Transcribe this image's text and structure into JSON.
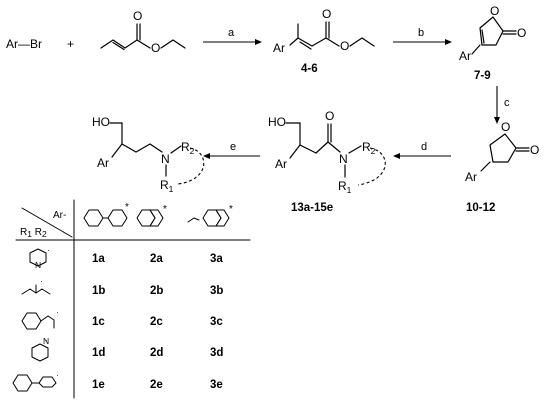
{
  "scheme": {
    "reactant_arbr": "Ar—Br",
    "plus": "+",
    "steps": {
      "a": "a",
      "b": "b",
      "c": "c",
      "d": "d",
      "e": "e"
    },
    "labels": {
      "c4_6": "4-6",
      "c7_9": "7-9",
      "c10_12": "10-12",
      "c13_15": "13a-15e"
    },
    "atoms": {
      "ar": "Ar",
      "o": "O",
      "ho": "HO",
      "n": "N",
      "r": "R",
      "r1_sub": "1",
      "r2_sub": "2"
    }
  },
  "table": {
    "ar_header": "Ar-",
    "amine_header": "R",
    "amine_header_sub1": "1",
    "amine_header_sep": " R",
    "amine_header_sub2": "2",
    "star": "*",
    "dot": "·",
    "rows": [
      [
        "1a",
        "2a",
        "3a"
      ],
      [
        "1b",
        "2b",
        "3b"
      ],
      [
        "1c",
        "2c",
        "3c"
      ],
      [
        "1d",
        "2d",
        "3d"
      ],
      [
        "1e",
        "2e",
        "3e"
      ]
    ]
  }
}
